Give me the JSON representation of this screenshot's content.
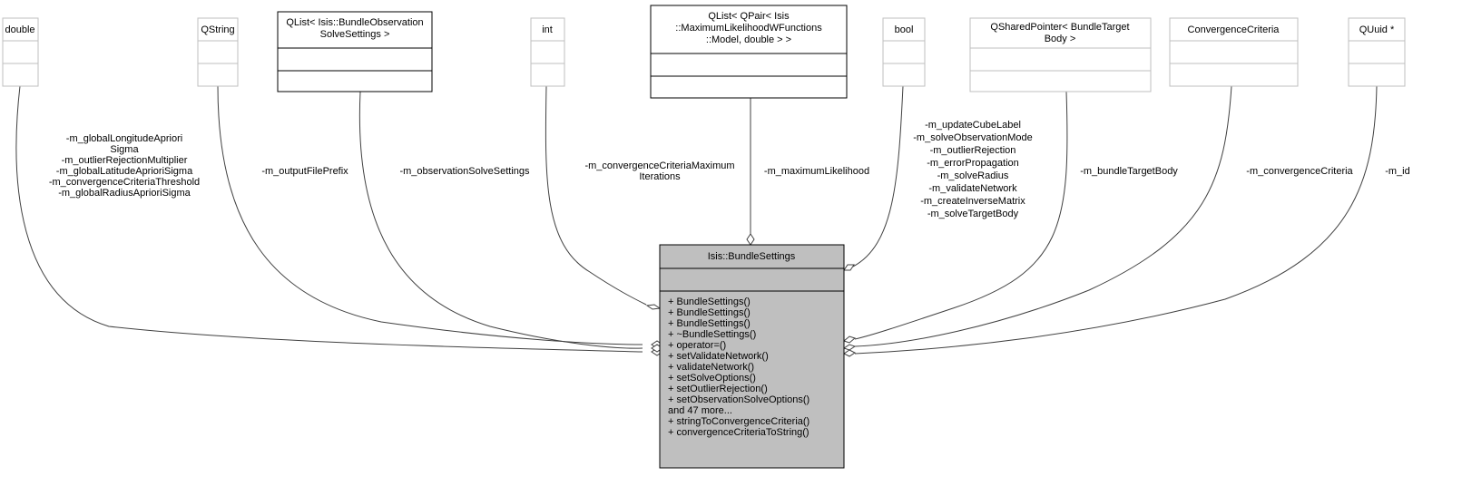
{
  "main_class": {
    "name": "Isis::BundleSettings",
    "methods": [
      "+ BundleSettings()",
      "+ BundleSettings()",
      "+ BundleSettings()",
      "+ ~BundleSettings()",
      "+ operator=()",
      "+ setValidateNetwork()",
      "+ validateNetwork()",
      "+ setSolveOptions()",
      "+ setOutlierRejection()",
      "+ setObservationSolveOptions()",
      "and 47 more...",
      "+ stringToConvergenceCriteria()",
      "+ convergenceCriteriaToString()"
    ]
  },
  "classes": [
    {
      "name": [
        "double"
      ],
      "labels": [
        "-m_globalLongitudeApriori",
        "Sigma",
        "-m_outlierRejectionMultiplier",
        "-m_globalLatitudeAprioriSigma",
        "-m_convergenceCriteriaThreshold",
        "-m_globalRadiusAprioriSigma"
      ]
    },
    {
      "name": [
        "QString"
      ],
      "labels": [
        "-m_outputFilePrefix"
      ]
    },
    {
      "name": [
        "QList< Isis::BundleObservation",
        "SolveSettings >"
      ],
      "labels": [
        "-m_observationSolveSettings"
      ]
    },
    {
      "name": [
        "int"
      ],
      "labels": [
        "-m_convergenceCriteriaMaximum",
        "Iterations"
      ]
    },
    {
      "name": [
        "QList< QPair< Isis",
        "::MaximumLikelihoodWFunctions",
        "::Model, double > >"
      ],
      "labels": [
        "-m_maximumLikelihood"
      ]
    },
    {
      "name": [
        "bool"
      ],
      "labels": [
        "-m_updateCubeLabel",
        "-m_solveObservationMode",
        "-m_outlierRejection",
        "-m_errorPropagation",
        "-m_solveRadius",
        "-m_validateNetwork",
        "-m_createInverseMatrix",
        "-m_solveTargetBody"
      ]
    },
    {
      "name": [
        "QSharedPointer< BundleTarget",
        "Body >"
      ],
      "labels": [
        "-m_bundleTargetBody"
      ]
    },
    {
      "name": [
        "ConvergenceCriteria"
      ],
      "labels": [
        "-m_convergenceCriteria"
      ]
    },
    {
      "name": [
        "QUuid *"
      ],
      "labels": [
        "-m_id"
      ]
    }
  ]
}
